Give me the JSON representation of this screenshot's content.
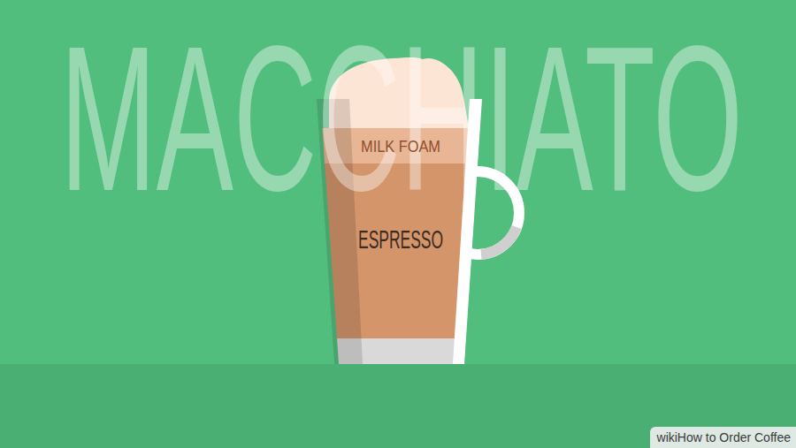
{
  "diagram": {
    "title": "MACCHIATO",
    "nodes": [
      {
        "text": [
          "MILK FOAM"
        ]
      },
      {
        "text": [
          "ESPRESSO"
        ]
      }
    ],
    "labels": [
      "wikiHow to Order Coffee"
    ]
  }
}
